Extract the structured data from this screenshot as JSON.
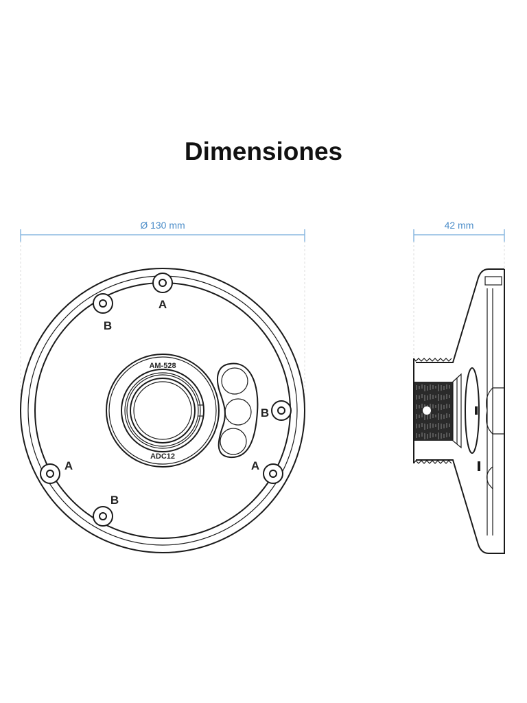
{
  "title": "Dimensiones",
  "front_view": {
    "diameter_label": "Ø 130 mm",
    "top_marking": "AM-528",
    "bottom_marking": "ADC12",
    "hole_labels": {
      "top": "A",
      "upper_left": "B",
      "right": "B",
      "lower_right": "A",
      "lower_left": "A",
      "bottom_left": "B"
    }
  },
  "side_view": {
    "depth_label": "42 mm"
  },
  "colors": {
    "dimension": "#4a8cc8",
    "line": "#1a1a1a"
  }
}
